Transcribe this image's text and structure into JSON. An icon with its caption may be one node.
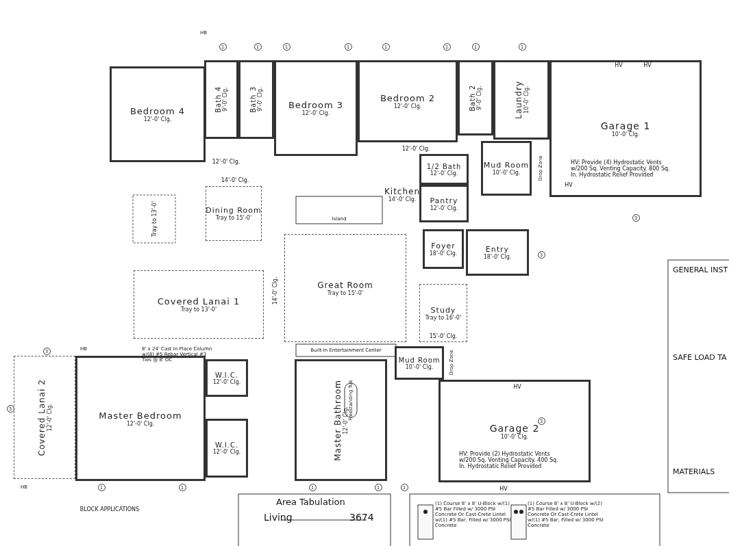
{
  "diagram": {
    "nodes": [
      {
        "text": [
          "Bedroom 4",
          "12'-0' Clg."
        ]
      },
      {
        "text": [
          "Bath 4",
          "9'-0' Clg."
        ]
      },
      {
        "text": [
          "Bath 3",
          "9'-0' Clg."
        ]
      },
      {
        "text": [
          "Bedroom 3",
          "12'-0' Clg."
        ]
      },
      {
        "text": [
          "Bedroom 2",
          "12'-0' Clg."
        ]
      },
      {
        "text": [
          "Bath 2",
          "9'-0' Clg."
        ]
      },
      {
        "text": [
          "Laundry",
          "10'-0' Clg."
        ]
      },
      {
        "text": [
          "Garage 1",
          "10'-0' Clg."
        ]
      },
      {
        "text": [
          "Mud Room",
          "10'-0' Clg."
        ]
      },
      {
        "text": [
          "1/2 Bath",
          "12'-0' Clg."
        ]
      },
      {
        "text": [
          "Kitchen",
          "14'-0' Clg."
        ]
      },
      {
        "text": [
          "Pantry",
          "12'-0' Clg."
        ]
      },
      {
        "text": [
          "Dining Room",
          "Tray to 15'-0'"
        ]
      },
      {
        "text": [
          "Foyer",
          "18'-0' Clg."
        ]
      },
      {
        "text": [
          "Entry",
          "18'-0' Clg."
        ]
      },
      {
        "text": [
          "Covered Lanai 1",
          "Tray to 13'-0'"
        ]
      },
      {
        "text": [
          "Great Room",
          "Tray to 15'-0'"
        ]
      },
      {
        "text": [
          "Study",
          "Tray to 16'-0'"
        ]
      },
      {
        "text": [
          "Covered Lanai 2",
          "12'-0' Clg."
        ]
      },
      {
        "text": [
          "Master Bedroom",
          "12'-0' Clg."
        ]
      },
      {
        "text": [
          "W.I.C.",
          "12'-0' Clg."
        ]
      },
      {
        "text": [
          "W.I.C.",
          "12'-0' Clg."
        ]
      },
      {
        "text": [
          "Master Bathroom",
          "12'-0' Clg."
        ]
      },
      {
        "text": [
          "Mud Room",
          "10'-0' Clg."
        ]
      },
      {
        "text": [
          "Garage 2",
          "10'-0' Clg."
        ]
      }
    ],
    "labels": [
      "HB",
      "1",
      "1",
      "1",
      "1",
      "1",
      "1",
      "1",
      "1",
      "HV",
      "HV",
      "12'-0' Clg.",
      "12'-0' Clg.",
      "14'-0' Clg.",
      "Tray to 13'-0'",
      "Island",
      "Drop Zone",
      "HV: Provide (4) Hydrostatic Vents w/200 Sq. Venting Capacity. 800 Sq. In. Hydrostatic Relief Provided",
      "HV",
      "3",
      "3",
      "14'-0' Clg.",
      "8' x 24' Cast In Place Column w/(8) #5 Rebar Vertical #3 Ties @ 8' OC",
      "15'-0' Clg.",
      "GENERAL INST",
      "3",
      "HB",
      "Built-In Entertainment Center",
      "Drop Zone",
      "HV",
      "3",
      "Freestanding Tub",
      "SAFE LOAD TA",
      "HV: Provide (2) Hydrostatic Vents w/200 Sq. Venting Capacity. 400 Sq. In. Hydrostatic Relief Provided",
      "3",
      "MATERIALS",
      "HB",
      "1",
      "1",
      "1",
      "1",
      "1",
      "HV",
      "BLOCK APPLICATIONS",
      "Area Tabulation",
      "Living",
      "3674",
      "(1) Course 8' x 8' U-Block w/(1) #5 Bar Filled w/ 3000 PSI Concrete Or Cast-Crete Lintel w/(1) #5 Bar, Filled w/ 3000 PSI Concrete",
      "(1) Course 8' x 8' U-Block w/(2) #5 Bar Filled w/ 3000 PSI Concrete Or Cast-Crete Lintel w/(1) #5 Bar, Filled w/ 3000 PSI Concrete"
    ]
  }
}
